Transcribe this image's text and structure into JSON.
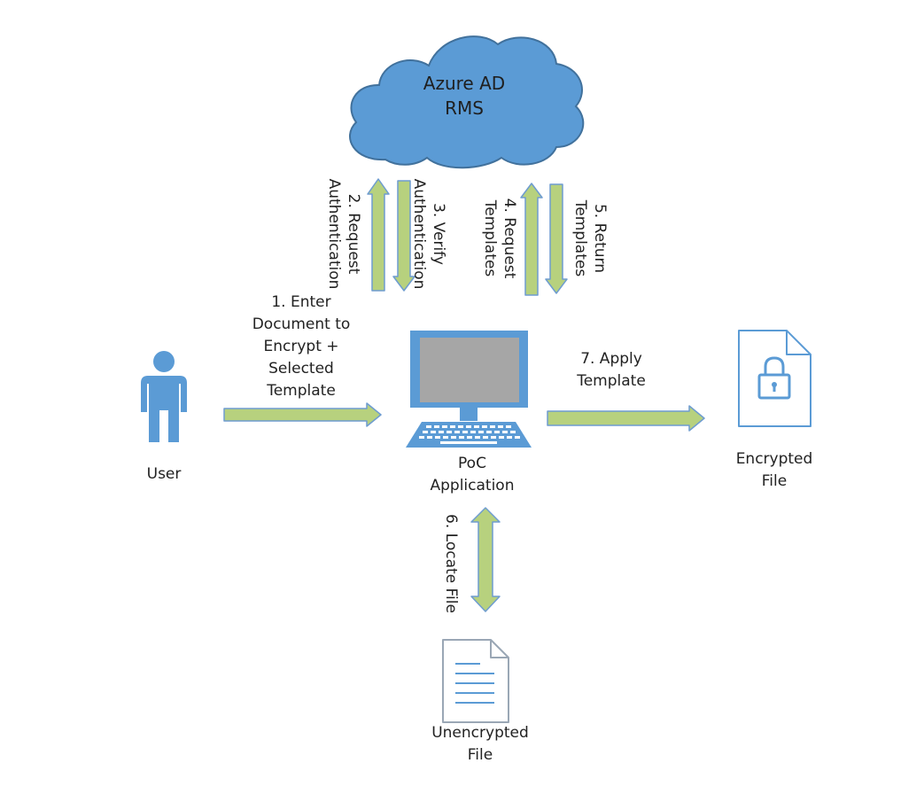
{
  "cloud": {
    "line1": "Azure AD",
    "line2": "RMS"
  },
  "user": {
    "label": "User"
  },
  "app": {
    "line1": "PoC",
    "line2": "Application"
  },
  "encrypted_file": {
    "line1": "Encrypted",
    "line2": "File"
  },
  "unencrypted_file": {
    "line1": "Unencrypted",
    "line2": "File"
  },
  "steps": {
    "step1": {
      "line1": "1. Enter",
      "line2": "Document to",
      "line3": "Encrypt +",
      "line4": "Selected",
      "line5": "Template"
    },
    "step2": {
      "line1": "2. Request",
      "line2": "Authentication"
    },
    "step3": {
      "line1": "3. Verify",
      "line2": "Authentication"
    },
    "step4": {
      "line1": "4. Request",
      "line2": "Templates"
    },
    "step5": {
      "line1": "5. Return",
      "line2": "Templates"
    },
    "step6": {
      "line1": "6. Locate File"
    },
    "step7": {
      "line1": "7. Apply",
      "line2": "Template"
    }
  },
  "colors": {
    "cloud_fill": "#5b9bd5",
    "cloud_stroke": "#41719c",
    "arrow_fill": "#b7d17e",
    "arrow_stroke": "#6e9cd0",
    "person": "#5b9bd5",
    "monitor": "#5b9bd5",
    "screen": "#a6a6a6",
    "doc_stroke": "#9aa7b5",
    "doc_lines": "#5b9bd5"
  }
}
